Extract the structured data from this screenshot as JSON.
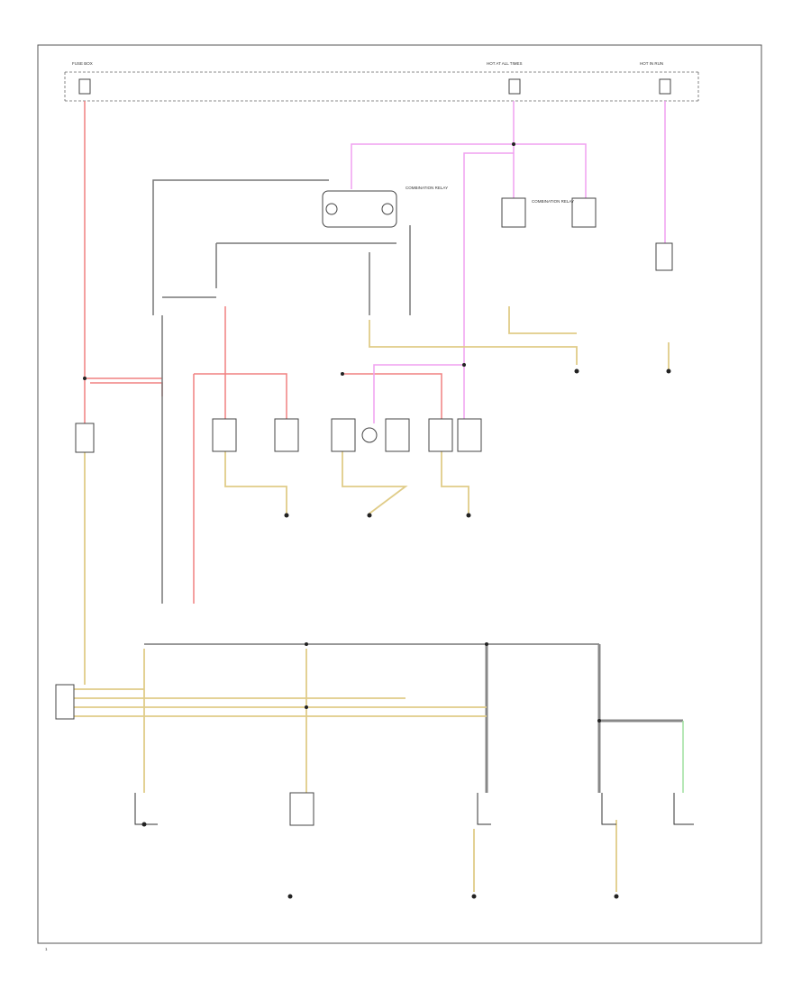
{
  "labels": {
    "fuse_box_label": "FUSE BOX",
    "hot_at_all_times": "HOT AT ALL TIMES",
    "hot_in_run": "HOT IN RUN",
    "relay_left_label": "COMBINATION RELAY",
    "relay_right_label": "COMBINATION RELAY",
    "page_number": "1"
  },
  "colors": {
    "power_feed": "#f08080",
    "switched_feed": "#f0a0f0",
    "signal": "#e0cc88",
    "ground": "#777777",
    "data": "#9fe09f"
  }
}
